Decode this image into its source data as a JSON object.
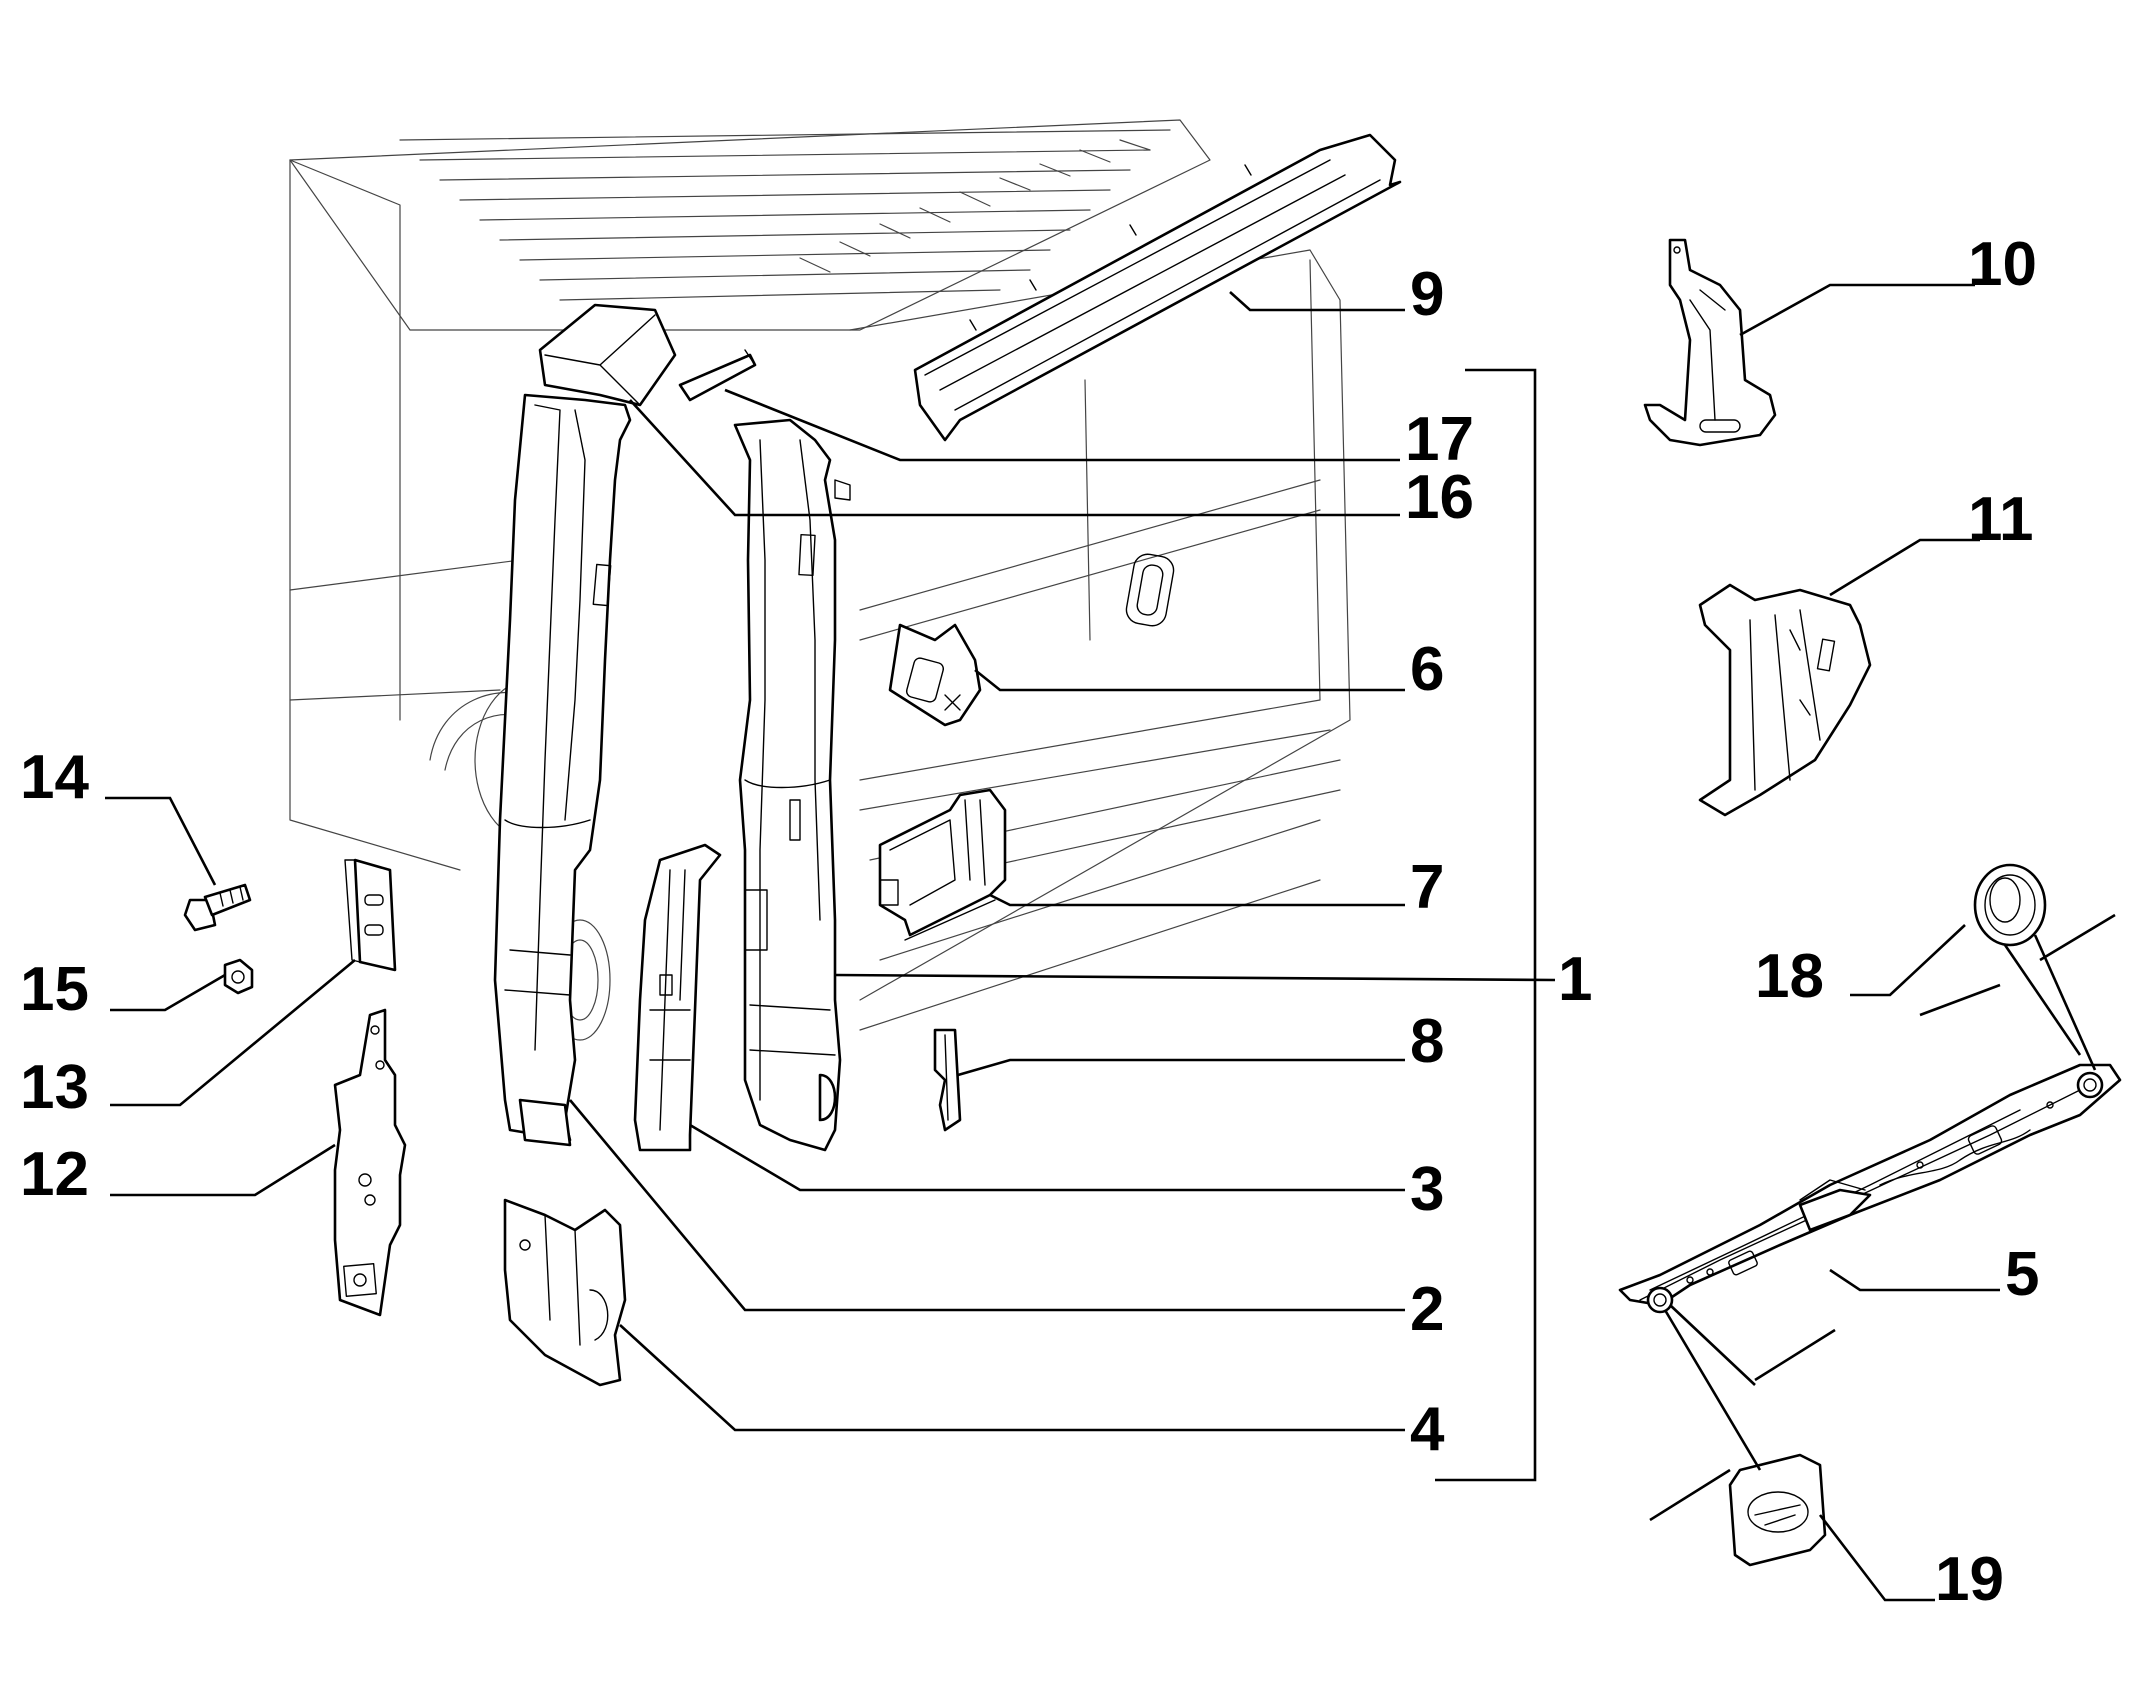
{
  "diagram": {
    "colors": {
      "ink": "#000000",
      "paper": "#ffffff"
    },
    "callouts": [
      {
        "id": "1",
        "label": "1"
      },
      {
        "id": "2",
        "label": "2"
      },
      {
        "id": "3",
        "label": "3"
      },
      {
        "id": "4",
        "label": "4"
      },
      {
        "id": "5",
        "label": "5"
      },
      {
        "id": "6",
        "label": "6"
      },
      {
        "id": "7",
        "label": "7"
      },
      {
        "id": "8",
        "label": "8"
      },
      {
        "id": "9",
        "label": "9"
      },
      {
        "id": "10",
        "label": "10"
      },
      {
        "id": "11",
        "label": "11"
      },
      {
        "id": "12",
        "label": "12"
      },
      {
        "id": "13",
        "label": "13"
      },
      {
        "id": "14",
        "label": "14"
      },
      {
        "id": "15",
        "label": "15"
      },
      {
        "id": "16",
        "label": "16"
      },
      {
        "id": "17",
        "label": "17"
      },
      {
        "id": "18",
        "label": "18"
      },
      {
        "id": "19",
        "label": "19"
      }
    ]
  }
}
